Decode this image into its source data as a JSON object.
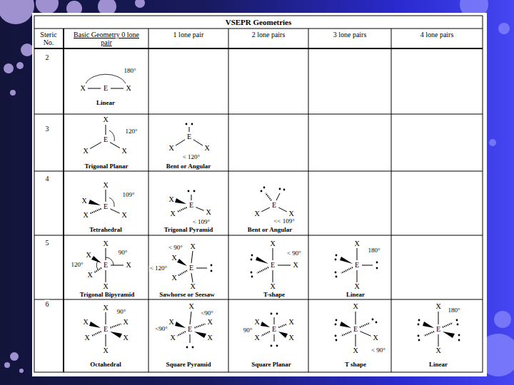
{
  "diagram": {
    "title": "VSEPR Geometries",
    "labels": [
      "Steric No.",
      "Basic Geometry 0 lone pair",
      "1 lone pair",
      "2 lone pairs",
      "3 lone pairs",
      "4 lone pairs",
      "2",
      "180°",
      "X",
      "E",
      "X",
      "Linear",
      "3",
      "X",
      "120°",
      "E",
      "X",
      "X",
      "Trigonal Planar",
      "E",
      "X",
      "X",
      "< 120°",
      "Bent or Angular",
      "4",
      "X",
      "109°",
      "X",
      "E",
      "X",
      "X",
      "Tetrahedral",
      "X",
      "E",
      "X",
      "X",
      "< 109°",
      "Trigonal Pyramid",
      "E",
      "X",
      "X",
      "<< 109°",
      "Bent or Angular",
      "5",
      "X",
      "90°",
      "X",
      "120°",
      "E",
      "X",
      "X",
      "X",
      "Trigonal Bipyramid",
      "< 90°",
      "X",
      "X",
      "< 120°",
      "E",
      "X",
      "X",
      "Sawhorse or Seesaw",
      "X",
      "< 90°",
      "E",
      "X",
      "X",
      "T-shape",
      "X",
      "180°",
      "E",
      "X",
      "Linear",
      "6",
      "X",
      "90°",
      "X",
      "X",
      "E",
      "X",
      "X",
      "X",
      "Octahedral",
      "X",
      "<90°",
      "X",
      "X",
      "<90°",
      "E",
      "X",
      "X",
      "Square Pyramid",
      "X",
      "X",
      "90°",
      "E",
      "X",
      "X",
      "Square Planar",
      "X",
      "E",
      "X",
      "X",
      "< 90°",
      "T shape",
      "X",
      "180°",
      "E",
      "X",
      "Linear"
    ]
  }
}
